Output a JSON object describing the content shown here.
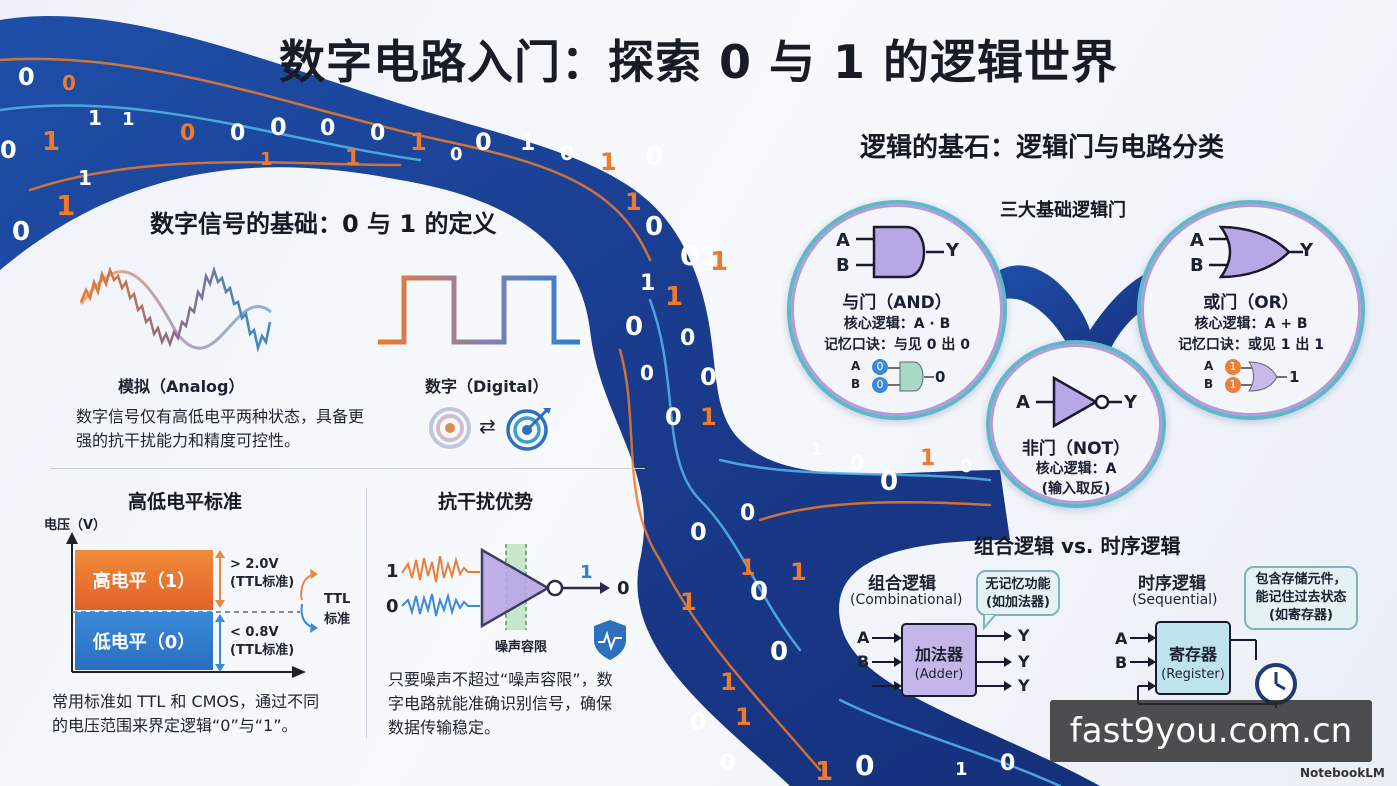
{
  "title": "数字电路入门：探索 0 与 1 的逻辑世界",
  "colors": {
    "accent_orange": "#ef7a2a",
    "accent_blue": "#2e7fd0",
    "gate_purple": "#b8a7e6",
    "river_dark": "#1b3a8c"
  },
  "left": {
    "section_title": "数字信号的基础：0 与 1 的定义",
    "analog_label": "模拟（Analog）",
    "digital_label": "数字（Digital）",
    "swap_symbol": "⇄",
    "description": [
      "数字信号仅有高低电平两种状态，具备更",
      "强的抗干扰能力和精度可控性。"
    ],
    "levels": {
      "title": "高低电平标准",
      "y_axis": "电压（V）",
      "high_label": "高电平（1）",
      "low_label": "低电平（0）",
      "high_threshold": "> 2.0V",
      "high_std": "(TTL标准)",
      "low_threshold": "< 0.8V",
      "low_std": "(TTL标准)",
      "ttl_label_1": "TTL",
      "ttl_label_2": "标准",
      "description": [
        "常用标准如 TTL 和 CMOS，通过不同",
        "的电压范围来界定逻辑“0”与“1”。"
      ]
    },
    "noise": {
      "title": "抗干扰优势",
      "in_1": "1",
      "in_0": "0",
      "out_1": "1",
      "out_0": "0",
      "margin_label": "噪声容限",
      "description": [
        "只要噪声不超过“噪声容限”，数",
        "字电路就能准确识别信号，确保",
        "数据传输稳定。"
      ]
    }
  },
  "right": {
    "section_title": "逻辑的基石：逻辑门与电路分类",
    "gates_title": "三大基础逻辑门",
    "and_gate": {
      "in_a": "A",
      "in_b": "B",
      "out": "Y",
      "name": "与门（AND）",
      "logic": "核心逻辑：A · B",
      "mnemonic": "记忆口诀：与见 0 出 0",
      "example_a": "A",
      "example_b": "B",
      "example_in": "0",
      "example_out": "0"
    },
    "or_gate": {
      "in_a": "A",
      "in_b": "B",
      "out": "Y",
      "name": "或门（OR）",
      "logic": "核心逻辑：A + B",
      "mnemonic": "记忆口诀：或见 1 出 1",
      "example_a": "A",
      "example_b": "B",
      "example_in": "1",
      "example_out": "1"
    },
    "not_gate": {
      "in_a": "A",
      "out": "Y",
      "name": "非门（NOT）",
      "logic": "核心逻辑：A",
      "note": "(输入取反)"
    },
    "logic_types": {
      "title": "组合逻辑 vs. 时序逻辑",
      "comb_title": "组合逻辑",
      "comb_sub": "(Combinational)",
      "comb_bubble_1": "无记忆功能",
      "comb_bubble_2": "(如加法器)",
      "adder_1": "加法器",
      "adder_2": "(Adder)",
      "seq_title": "时序逻辑",
      "seq_sub": "(Sequential)",
      "seq_bubble_1": "包含存储元件，",
      "seq_bubble_2": "能记住过去状态",
      "seq_bubble_3": "(如寄存器)",
      "reg_1": "寄存器",
      "reg_2": "(Register)",
      "in_a": "A",
      "in_b": "B",
      "out": "Y"
    }
  },
  "watermark": "fast9you.com.cn",
  "brand": "NotebookLM"
}
